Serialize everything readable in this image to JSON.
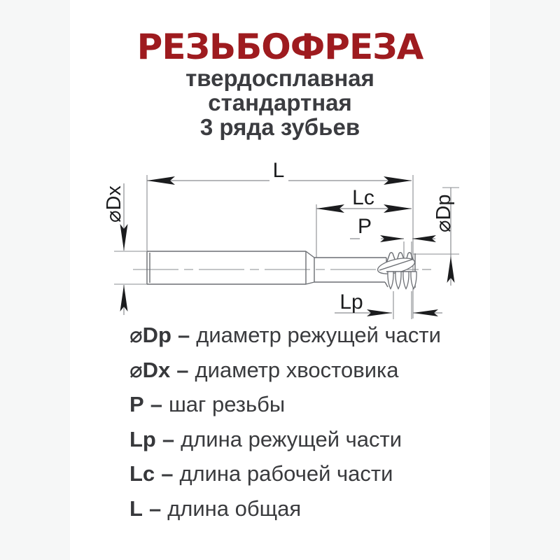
{
  "page": {
    "background_main": "#ffffff",
    "background_side_bands": "#f6f7f7"
  },
  "header": {
    "title": "РЕЗЬБОФРЕЗА",
    "title_color": "#9e1b1f",
    "subtitle_lines": [
      "твердосплавная",
      "стандартная",
      "3 ряда зубьев"
    ],
    "subtitle_color": "#3b3c40"
  },
  "drawing": {
    "line_color": "#8a8c90",
    "outline_color": "#6b6e73",
    "label_color": "#1b1c1e",
    "labels": {
      "l": "L",
      "lc": "Lc",
      "p": "P",
      "lp": "Lp",
      "dx": "⌀Dx",
      "dp": "⌀Dp"
    }
  },
  "legend": {
    "separator": "–",
    "items": [
      {
        "symbol": "⌀Dp",
        "description": "диаметр режущей части"
      },
      {
        "symbol": "⌀Dx",
        "description": "диаметр хвостовика"
      },
      {
        "symbol": "P",
        "description": "шаг резьбы"
      },
      {
        "symbol": "Lp",
        "description": "длина режущей части"
      },
      {
        "symbol": "Lc",
        "description": "длина рабочей части"
      },
      {
        "symbol": "L",
        "description": "длина общая"
      }
    ]
  }
}
